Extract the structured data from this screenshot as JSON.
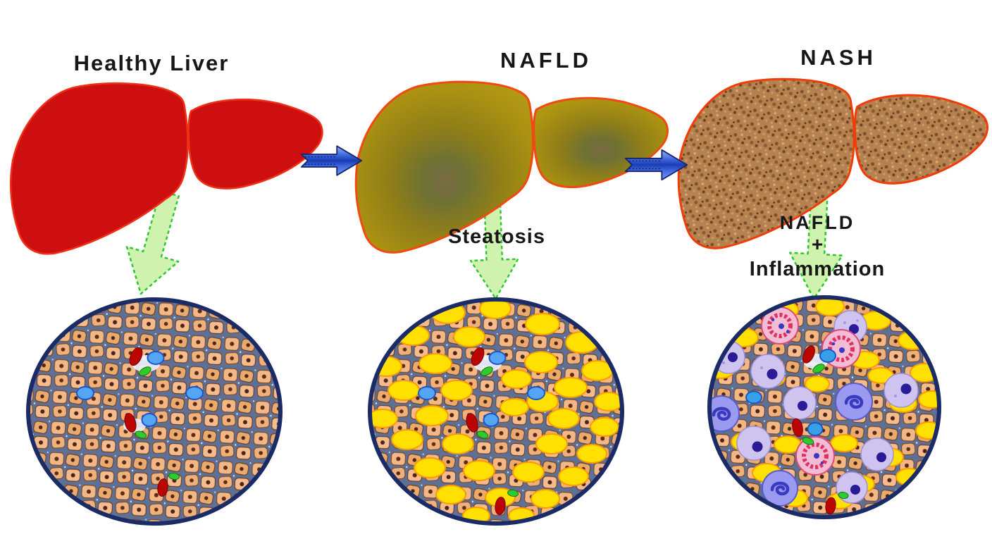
{
  "diagram": {
    "title_implicit": "Progression of liver disease",
    "stages": [
      {
        "id": "healthy",
        "title": "Healthy Liver"
      },
      {
        "id": "nafld",
        "title": "NAFLD",
        "sub_label": "Steatosis"
      },
      {
        "id": "nash",
        "title": "NASH",
        "sub_label_lines": [
          "NAFLD",
          "+",
          "Inflammation"
        ]
      }
    ],
    "flow": [
      "Healthy Liver",
      "NAFLD",
      "NASH"
    ],
    "palette": {
      "healthy_liver_red": "#ce0f0f",
      "liver_outline_orange_red": "#f04010",
      "nafld_liver_gold": "#b29a12",
      "nafld_liver_center_olive": "#6e7134",
      "nash_liver_brown": "#b5814f",
      "progression_arrow_blue": "#3f6ae0",
      "zoom_arrow_green_fill": "#cff2ae",
      "zoom_arrow_green_border": "#2ec82e",
      "histology_background_slate": "#5f7096",
      "hepatocyte_tan": "#f0b17e",
      "hepatocyte_nucleus_brown": "#5e2a10",
      "fat_droplet_yellow": "#ffe000",
      "fat_droplet_rim_orange": "#ff9a00",
      "red_cell": "#bb0500",
      "blue_cell": "#55a5f5",
      "green_cell": "#2ecb2e",
      "lymphocyte_lavender": "#cfc3ef",
      "neutrophil_periwinkle": "#9a9af0",
      "inflamed_cell_pink": "#f4c2d8",
      "circle_border_navy": "#1b2b66"
    }
  }
}
